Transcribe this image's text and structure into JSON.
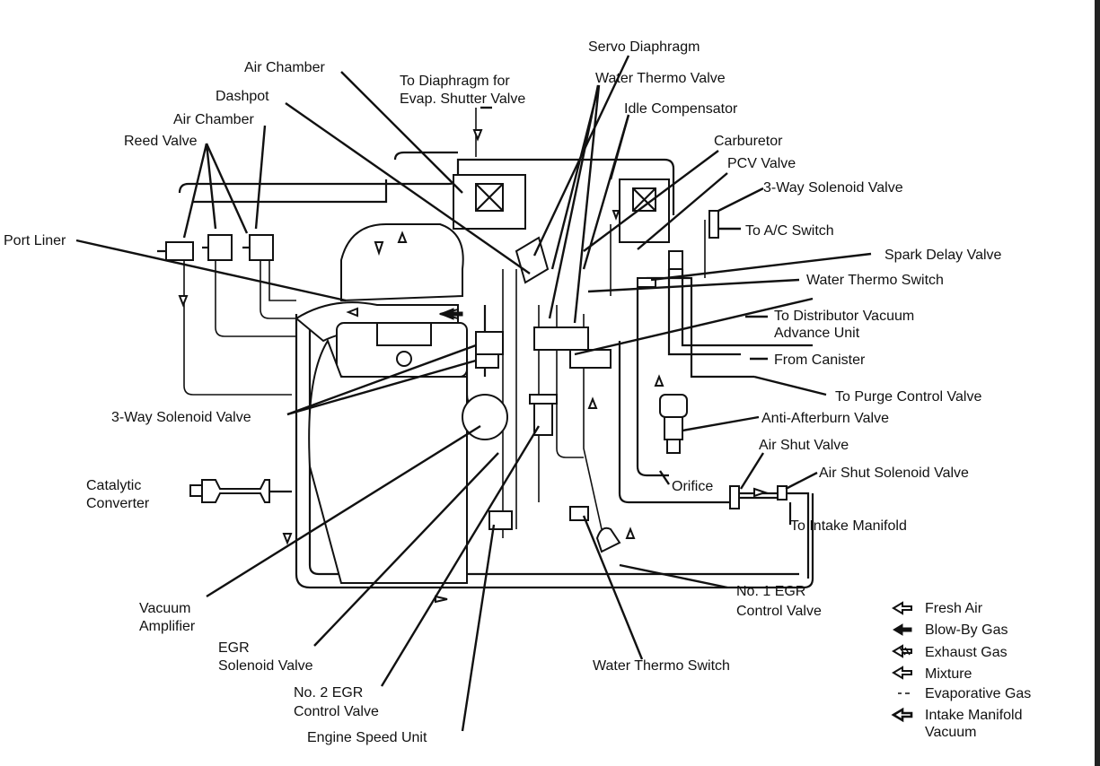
{
  "labels": {
    "servo_diaphragm": "Servo Diaphragm",
    "water_thermo_valve": "Water Thermo Valve",
    "idle_compensator": "Idle Compensator",
    "carburetor": "Carburetor",
    "pcv_valve": "PCV Valve",
    "three_way_solenoid_top": "3-Way Solenoid Valve",
    "to_ac_switch": "To A/C Switch",
    "spark_delay_valve": "Spark Delay Valve",
    "water_thermo_switch_top": "Water Thermo Switch",
    "to_distributor_1": "To Distributor Vacuum",
    "to_distributor_2": "Advance Unit",
    "from_canister": "From Canister",
    "to_purge": "To Purge Control Valve",
    "anti_afterburn": "Anti-Afterburn Valve",
    "air_shut_valve": "Air Shut Valve",
    "air_shut_solenoid": "Air Shut Solenoid Valve",
    "orifice": "Orifice",
    "to_intake_manifold": "To Intake Manifold",
    "no1_egr_1": "No. 1 EGR",
    "no1_egr_2": "Control Valve",
    "water_thermo_switch_bottom": "Water Thermo Switch",
    "engine_speed_unit": "Engine Speed Unit",
    "no2_egr_1": "No. 2 EGR",
    "no2_egr_2": "Control Valve",
    "egr_solenoid_1": "EGR",
    "egr_solenoid_2": "Solenoid Valve",
    "vacuum_amp_1": "Vacuum",
    "vacuum_amp_2": "Amplifier",
    "catalytic_1": "Catalytic",
    "catalytic_2": "Converter",
    "three_way_solenoid_left": "3-Way Solenoid Valve",
    "port_liner": "Port Liner",
    "reed_valve": "Reed Valve",
    "air_chamber_lower": "Air Chamber",
    "dashpot": "Dashpot",
    "air_chamber_upper": "Air Chamber",
    "to_diaphragm_1": "To Diaphragm for",
    "to_diaphragm_2": "Evap. Shutter Valve"
  },
  "legend": [
    {
      "text": "Fresh Air",
      "icon": "hollow-arrow-icon"
    },
    {
      "text": "Blow-By Gas",
      "icon": "solid-arrow-icon"
    },
    {
      "text": "Exhaust Gas",
      "icon": "striped-arrow-icon"
    },
    {
      "text": "Mixture",
      "icon": "outline-arrow-icon"
    },
    {
      "text": "Evaporative Gas",
      "icon": "dash-arrow-icon"
    },
    {
      "text": "Intake Manifold",
      "icon": "thick-arrow-icon"
    },
    {
      "text": "Vacuum",
      "icon": ""
    }
  ]
}
